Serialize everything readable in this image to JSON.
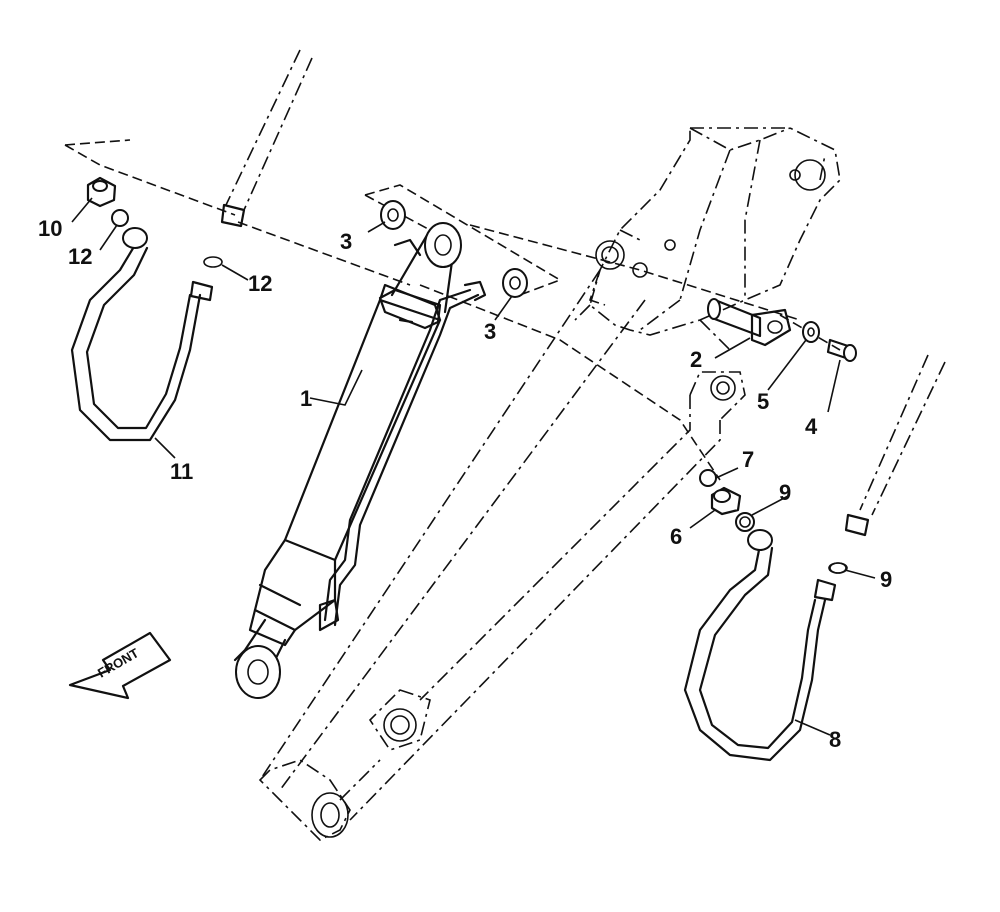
{
  "callouts": {
    "c1": "1",
    "c2": "2",
    "c3a": "3",
    "c3b": "3",
    "c4": "4",
    "c5": "5",
    "c6": "6",
    "c7": "7",
    "c8": "8",
    "c9a": "9",
    "c9b": "9",
    "c10": "10",
    "c11": "11",
    "c12a": "12",
    "c12b": "12"
  },
  "front_label": "FRONT"
}
